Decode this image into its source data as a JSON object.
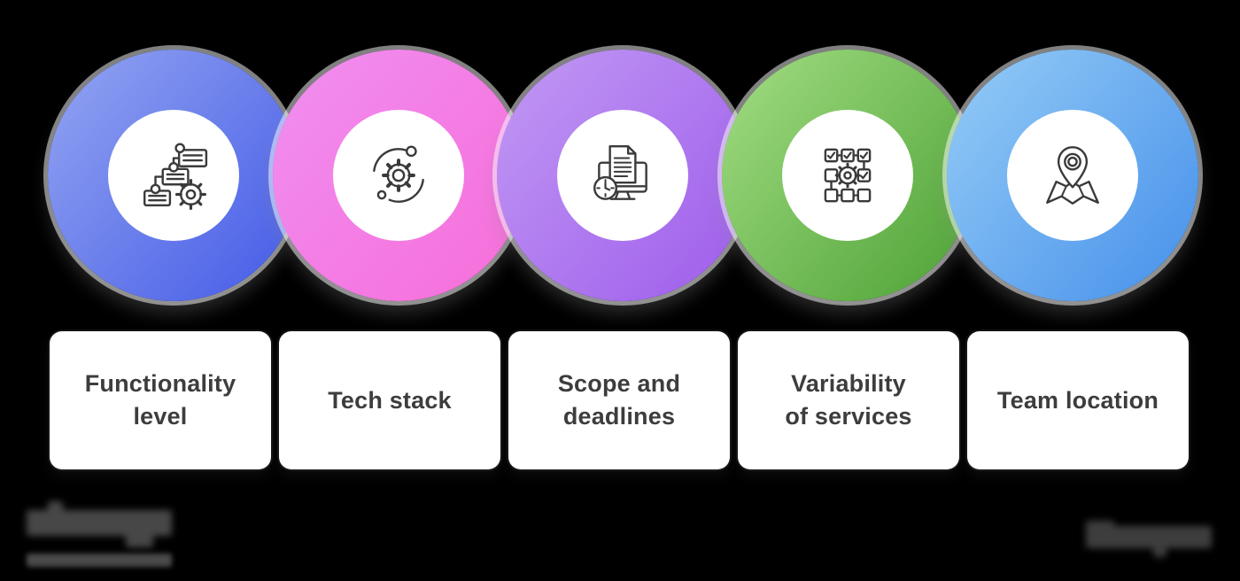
{
  "background_color": "#000000",
  "icon_stroke_color": "#3a3a3a",
  "card": {
    "bg": "#ffffff",
    "text_color": "#3d3d3d"
  },
  "items": [
    {
      "label": "Functionality\nlevel",
      "icon": "flowchart-gear-icon",
      "ring_colors": [
        "#8a9cf0",
        "#4d63e8"
      ]
    },
    {
      "label": "Tech stack",
      "icon": "gear-orbit-icon",
      "ring_colors": [
        "#f18bee",
        "#f671dc"
      ]
    },
    {
      "label": "Scope and\ndeadlines",
      "icon": "monitor-document-clock-icon",
      "ring_colors": [
        "#bd92f3",
        "#a263ec"
      ]
    },
    {
      "label": "Variability\nof services",
      "icon": "checklist-flow-gear-icon",
      "ring_colors": [
        "#98d67a",
        "#57a83e"
      ]
    },
    {
      "label": "Team location",
      "icon": "map-pin-icon",
      "ring_colors": [
        "#8cc5f5",
        "#4f97ec"
      ]
    }
  ],
  "footer": {
    "left_watermark": "blurred-brand-logo",
    "right_watermark": "blurred-footer-wordmark"
  }
}
